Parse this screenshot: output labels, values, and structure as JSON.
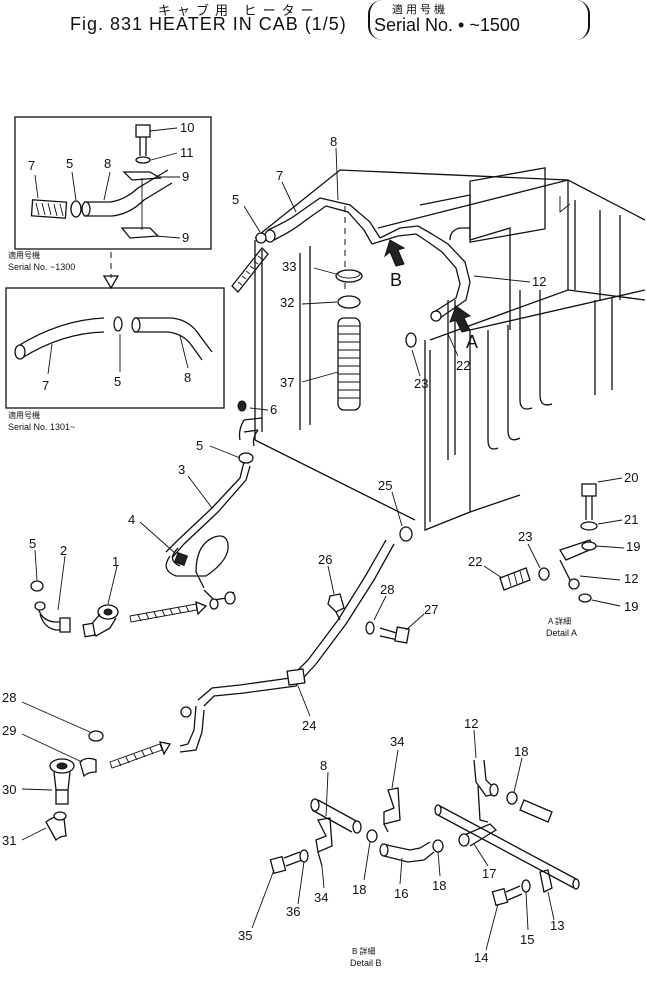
{
  "title": {
    "japanese": "キャブ用 ヒーター",
    "main": "Fig. 831  HEATER IN CAB (1/5)",
    "applicability_jp": "適用号機",
    "serial": "Serial No.  •  ~1500"
  },
  "inset_old": {
    "label_jp": "適用号機",
    "label_serial": "Serial No. ~1300"
  },
  "inset_new": {
    "label_jp": "適用号機",
    "label_serial": "Serial No. 1301~"
  },
  "detail_a": {
    "label_jp": "A 詳細",
    "label": "Detail A"
  },
  "detail_b": {
    "label_jp": "B 詳細",
    "label": "Detail B"
  },
  "view_markers": {
    "a": "A",
    "b": "B"
  },
  "callouts": {
    "c1": "1",
    "c2": "2",
    "c3": "3",
    "c4": "4",
    "c5": "5",
    "c6": "6",
    "c7": "7",
    "c8": "8",
    "c9": "9",
    "c10": "10",
    "c11": "11",
    "c12": "12",
    "c13": "13",
    "c14": "14",
    "c15": "15",
    "c16": "16",
    "c17": "17",
    "c18": "18",
    "c19": "19",
    "c20": "20",
    "c21": "21",
    "c22": "22",
    "c23": "23",
    "c24": "24",
    "c25": "25",
    "c26": "26",
    "c27": "27",
    "c28": "28",
    "c29": "29",
    "c30": "30",
    "c31": "31",
    "c32": "32",
    "c33": "33",
    "c34": "34",
    "c35": "35",
    "c36": "36",
    "c37": "37"
  }
}
